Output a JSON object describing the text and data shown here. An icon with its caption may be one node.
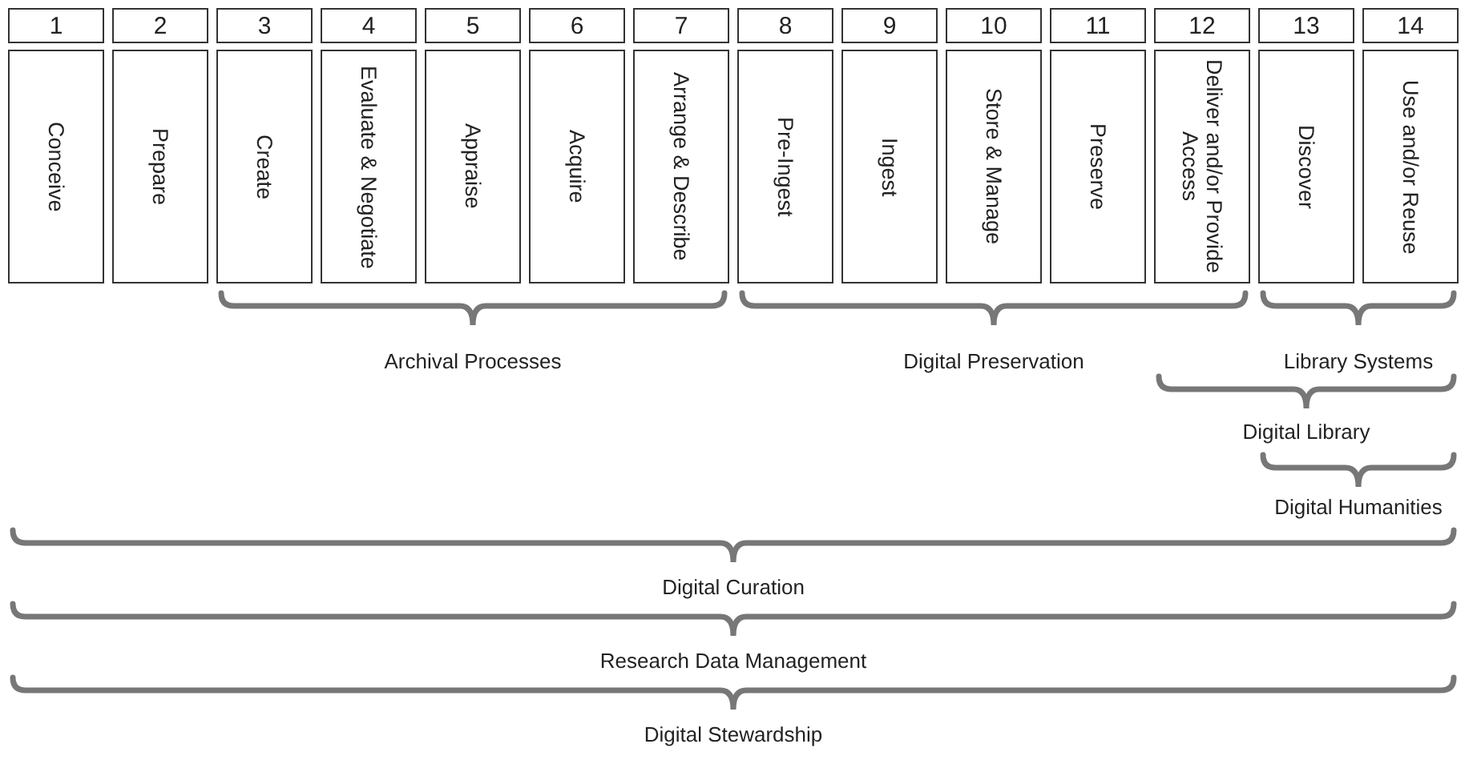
{
  "diagram": {
    "nodes": [
      {
        "text": [
          "1"
        ]
      },
      {
        "text": [
          "2"
        ]
      },
      {
        "text": [
          "3"
        ]
      },
      {
        "text": [
          "4"
        ]
      },
      {
        "text": [
          "5"
        ]
      },
      {
        "text": [
          "6"
        ]
      },
      {
        "text": [
          "7"
        ]
      },
      {
        "text": [
          "8"
        ]
      },
      {
        "text": [
          "9"
        ]
      },
      {
        "text": [
          "10"
        ]
      },
      {
        "text": [
          "11"
        ]
      },
      {
        "text": [
          "12"
        ]
      },
      {
        "text": [
          "13"
        ]
      },
      {
        "text": [
          "14"
        ]
      },
      {
        "text": [
          "Conceive"
        ]
      },
      {
        "text": [
          "Prepare"
        ]
      },
      {
        "text": [
          "Create"
        ]
      },
      {
        "text": [
          "Evaluate & Negotiate"
        ]
      },
      {
        "text": [
          "Appraise"
        ]
      },
      {
        "text": [
          "Acquire"
        ]
      },
      {
        "text": [
          "Arrange & Describe"
        ]
      },
      {
        "text": [
          "Pre-Ingest"
        ]
      },
      {
        "text": [
          "Ingest"
        ]
      },
      {
        "text": [
          "Store & Manage"
        ]
      },
      {
        "text": [
          "Preserve"
        ]
      },
      {
        "text": [
          "Deliver and/or Provide Access"
        ]
      },
      {
        "text": [
          "Discover"
        ]
      },
      {
        "text": [
          "Use and/or Reuse"
        ]
      }
    ],
    "edges": [],
    "labels": [
      "Archival Processes",
      "Digital Preservation",
      "Library Systems",
      "Digital Library",
      "Digital Humanities",
      "Digital Curation",
      "Research Data Management",
      "Digital Stewardship"
    ]
  }
}
